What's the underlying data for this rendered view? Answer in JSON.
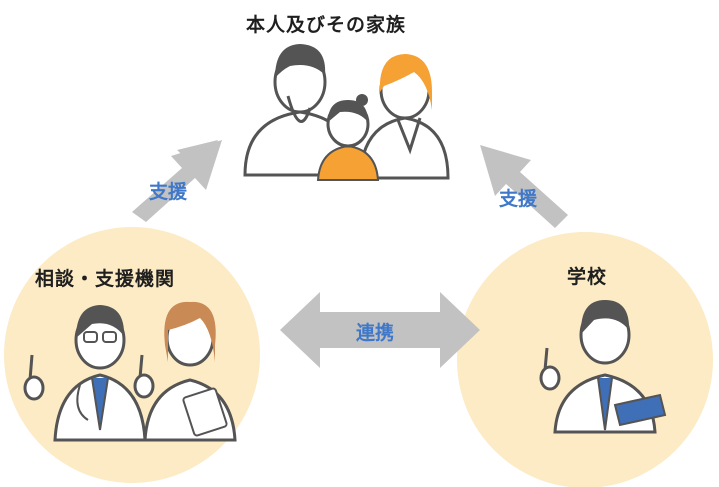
{
  "top_group": {
    "label": "本人及びその家族"
  },
  "left_group": {
    "label": "相談・支援機関"
  },
  "right_group": {
    "label": "学校"
  },
  "arrows": {
    "left_support": "支援",
    "right_support": "支援",
    "cooperation": "連携"
  },
  "colors": {
    "circle_fill": "#fcebc4",
    "arrow_gray": "#c2c2c2",
    "accent_text": "#3f78c9",
    "hair_dark": "#545454",
    "hair_orange": "#f5a133",
    "tie_blue": "#3f6fb6"
  },
  "icons": [
    "person-figure",
    "doctor-figure",
    "nurse-figure",
    "teacher-figure",
    "book-icon",
    "stethoscope-icon"
  ]
}
